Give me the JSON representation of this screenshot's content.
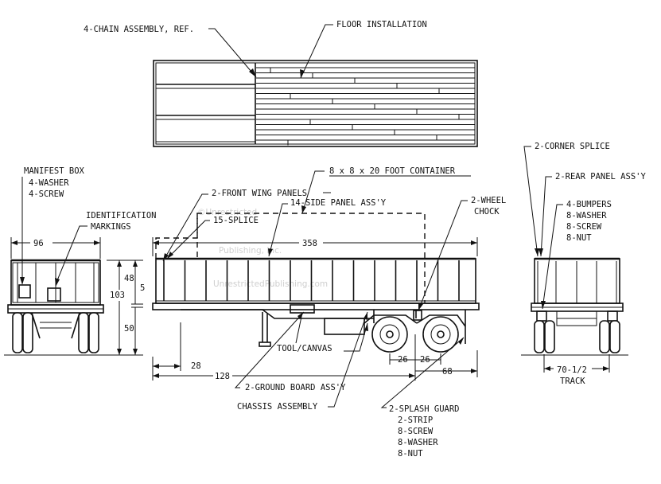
{
  "watermark": {
    "line1": "©Unrestricted",
    "line2": "Publishing, Inc.",
    "line3": "UnrestrictedPublishing.com"
  },
  "callouts": {
    "chain_assembly": "4-CHAIN ASSEMBLY, REF.",
    "floor_installation": "FLOOR INSTALLATION",
    "manifest_box": [
      "MANIFEST BOX",
      "4-WASHER",
      "4-SCREW"
    ],
    "identification": [
      "IDENTIFICATION",
      "MARKINGS"
    ],
    "container": "8 x 8 x 20 FOOT CONTAINER",
    "front_wing_panels": "2-FRONT WING PANELS",
    "side_panel": "14-SIDE PANEL ASS'Y",
    "splice": "15-SPLICE",
    "wheel_chock": [
      "2-WHEEL",
      "CHOCK"
    ],
    "corner_splice": "2-CORNER SPLICE",
    "rear_panel": "2-REAR PANEL ASS'Y",
    "bumpers": [
      "4-BUMPERS",
      "8-WASHER",
      "8-SCREW",
      "8-NUT"
    ],
    "tool_canvas": "TOOL/CANVAS",
    "ground_board": "2-GROUND BOARD ASS'Y",
    "chassis": "CHASSIS ASSEMBLY",
    "splash_guard": [
      "2-SPLASH GUARD",
      "2-STRIP",
      "8-SCREW",
      "8-WASHER",
      "8-NUT"
    ],
    "track": "TRACK"
  },
  "dimensions": {
    "front_width": "96",
    "total_height": "103",
    "upper_height": "48",
    "gap": "5",
    "lower_height": "50",
    "length": "358",
    "front_overhang": "28",
    "kingpin_to_axle": "128",
    "axle_spacing_a": "26",
    "axle_spacing_b": "26",
    "rear_overhang": "68",
    "track_width": "70-1/2"
  }
}
